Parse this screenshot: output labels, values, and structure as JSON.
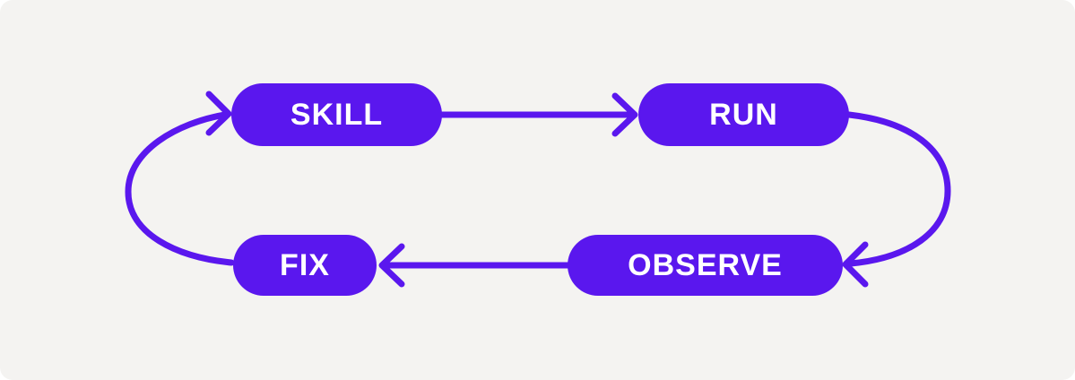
{
  "diagram": {
    "type": "cycle-flowchart",
    "nodes": [
      {
        "id": "skill",
        "label": "SKILL"
      },
      {
        "id": "run",
        "label": "RUN"
      },
      {
        "id": "observe",
        "label": "OBSERVE"
      },
      {
        "id": "fix",
        "label": "FIX"
      }
    ],
    "edges": [
      {
        "from": "SKILL",
        "to": "RUN",
        "style": "straight-arrow-right"
      },
      {
        "from": "RUN",
        "to": "OBSERVE",
        "style": "curved-arrow-clockwise-right"
      },
      {
        "from": "OBSERVE",
        "to": "FIX",
        "style": "straight-arrow-left"
      },
      {
        "from": "FIX",
        "to": "SKILL",
        "style": "curved-arrow-clockwise-left"
      }
    ],
    "colors": {
      "background": "#F4F3F1",
      "node_fill": "#5A17EE",
      "node_text": "#FFFFFF",
      "connector": "#5A17EE"
    }
  }
}
